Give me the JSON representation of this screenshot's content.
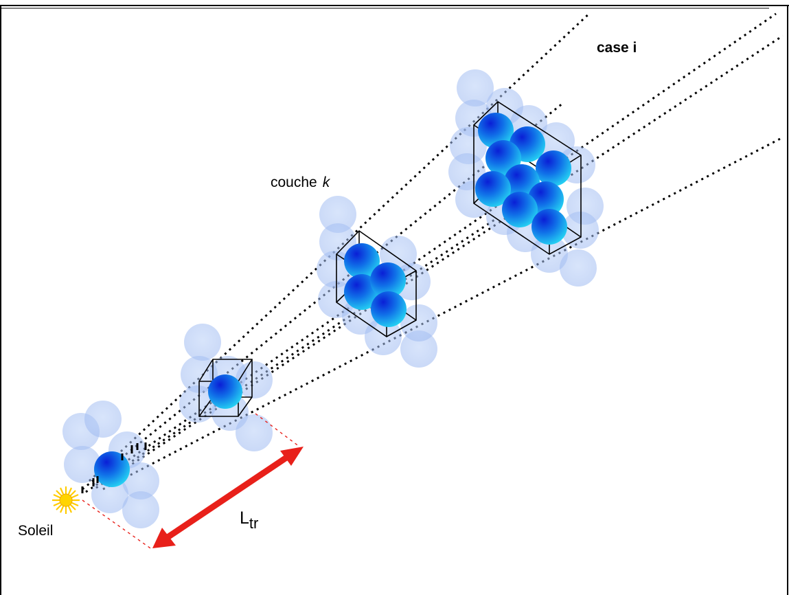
{
  "labels": {
    "case": "case i",
    "couche_word": "couche",
    "couche_var": "k",
    "sun": "Soleil",
    "transport_main": "L",
    "transport_sub": "tr"
  },
  "colors": {
    "ray_line": "#000000",
    "arrow": "#e8201a",
    "arrow_guides": "#e8201a",
    "sun": "#ffcc00",
    "sphere_solid_dark": "#0a3fd6",
    "sphere_solid_light": "#22d6f0",
    "sphere_ghost": "#a8c4f4",
    "box_edges": "#000000"
  },
  "icons": {
    "sun": "sun-icon"
  }
}
